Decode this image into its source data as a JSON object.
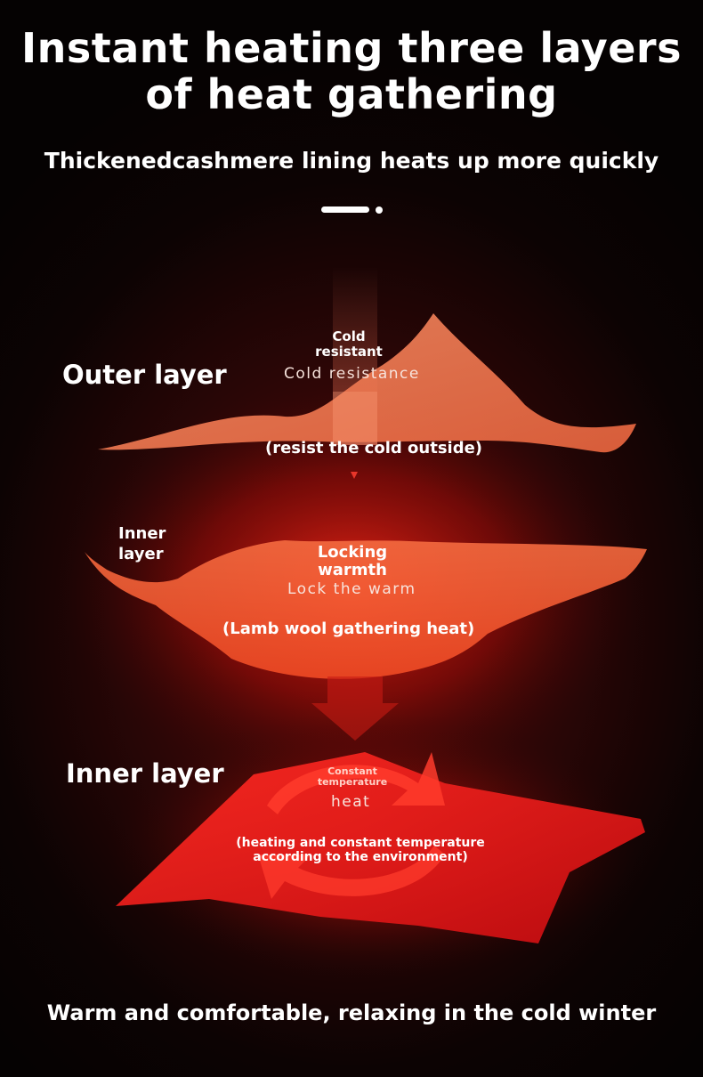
{
  "header": {
    "title_line1": "Instant heating three layers",
    "title_line2": "of heat gathering",
    "subtitle": "Thickenedcashmere lining heats up more quickly"
  },
  "outer": {
    "label": "Outer layer",
    "tag_line1": "Cold",
    "tag_line2": "resistant",
    "feature": "Cold resistance",
    "note": "(resist the cold outside)"
  },
  "middle": {
    "label_line1": "Inner",
    "label_line2": "layer",
    "tag_line1": "Locking",
    "tag_line2": "warmth",
    "feature": "Lock the warm",
    "note": "(Lamb wool gathering heat)"
  },
  "inner": {
    "label": "Inner layer",
    "tag_line1": "Constant",
    "tag_line2": "temperature",
    "feature": "heat",
    "note_line1": "(heating and constant temperature",
    "note_line2": "according to the environment)"
  },
  "footer": {
    "text": "Warm and comfortable, relaxing in the cold winter"
  },
  "colors": {
    "outer_layer": "#f0764e",
    "middle_layer": "#f25a33",
    "inner_layer": "#e0141a"
  }
}
